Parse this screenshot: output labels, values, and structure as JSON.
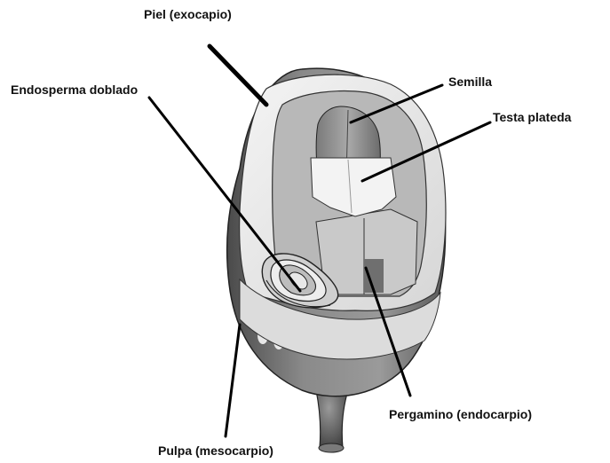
{
  "labels": {
    "skin": "Piel (exocapio)",
    "endosperm": "Endosperma doblado",
    "seed": "Semilla",
    "silverskin": "Testa plateda",
    "parchment": "Pergamino (endocarpio)",
    "pulp": "Pulpa (mesocarpio)"
  },
  "colors": {
    "leader_line": "#000000",
    "skin_shade": "#6e6e6e",
    "pulp_shade": "#e6e6e6",
    "seed_shade": "#8c8c8c",
    "silverskin_shade": "#f2f2f2"
  }
}
